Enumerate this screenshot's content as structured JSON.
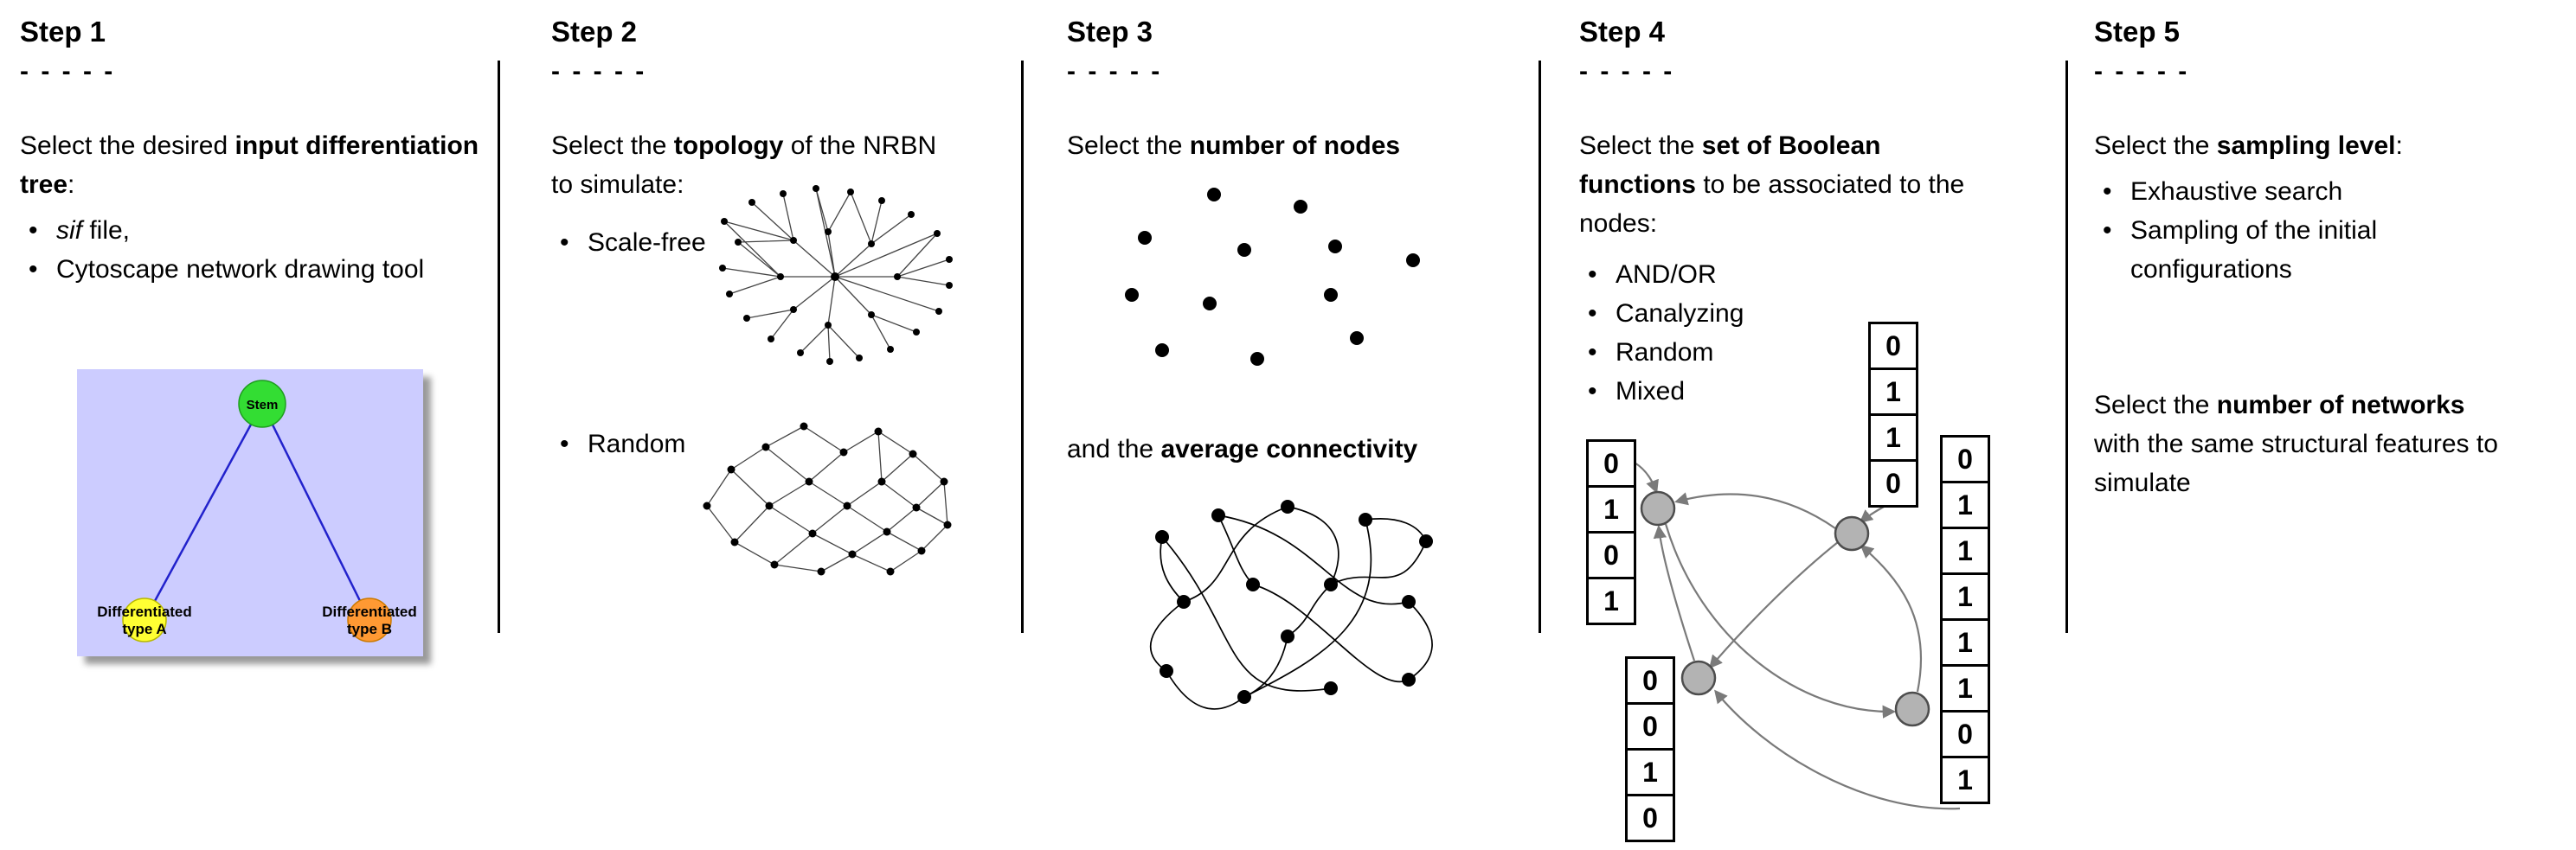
{
  "steps": {
    "step1": {
      "title": "Step 1",
      "dashes": "- - - - -",
      "intro": {
        "pre": "Select the desired ",
        "bold": "input differentiation tree",
        "post": ":"
      },
      "bullets": {
        "sif": {
          "italic": "sif",
          "rest": " file,"
        },
        "cytoscape": "Cytoscape network drawing tool"
      },
      "tree": {
        "stem_label": "Stem",
        "type_a_line1": "Differentiated",
        "type_a_line2": "type A",
        "type_b_line1": "Differentiated",
        "type_b_line2": "type B",
        "colors": {
          "background": "#ccccff",
          "stem_fill": "#33dd33",
          "type_a_fill": "#ffff33",
          "type_b_fill": "#ff9933",
          "edge": "#2222cc"
        }
      }
    },
    "step2": {
      "title": "Step 2",
      "dashes": "- - - - -",
      "intro": {
        "pre": "Select the ",
        "bold": "topology",
        "post": " of the NRBN to simulate:"
      },
      "bullets": {
        "scale_free": "Scale-free",
        "random": "Random"
      }
    },
    "step3": {
      "title": "Step 3",
      "dashes": "- - - - -",
      "line1": {
        "pre": "Select the ",
        "bold": "number of nodes"
      },
      "line2": {
        "pre": "and the ",
        "bold": "average connectivity"
      }
    },
    "step4": {
      "title": "Step 4",
      "dashes": "- - - - -",
      "intro": {
        "pre": "Select the ",
        "bold": "set of Boolean functions",
        "post": " to be associated to the nodes:"
      },
      "bullets": {
        "and_or": "AND/OR",
        "canalyzing": "Canalyzing",
        "random": "Random",
        "mixed": "Mixed"
      },
      "truth_tables": {
        "left": [
          "0",
          "1",
          "0",
          "1"
        ],
        "top": [
          "0",
          "1",
          "1",
          "0"
        ],
        "bottom_left": [
          "0",
          "0",
          "1",
          "0"
        ],
        "right": [
          "0",
          "1",
          "1",
          "1",
          "1",
          "1",
          "0",
          "1"
        ]
      }
    },
    "step5": {
      "title": "Step 5",
      "dashes": "- - - - -",
      "intro": {
        "pre": "Select the ",
        "bold": "sampling level",
        "post": ":"
      },
      "bullets": {
        "exhaustive": "Exhaustive search",
        "sampling": "Sampling of the initial configurations"
      },
      "networks_text": {
        "pre": "Select the ",
        "bold": "number of networks",
        "post": " with the same structural features to simulate"
      }
    }
  }
}
